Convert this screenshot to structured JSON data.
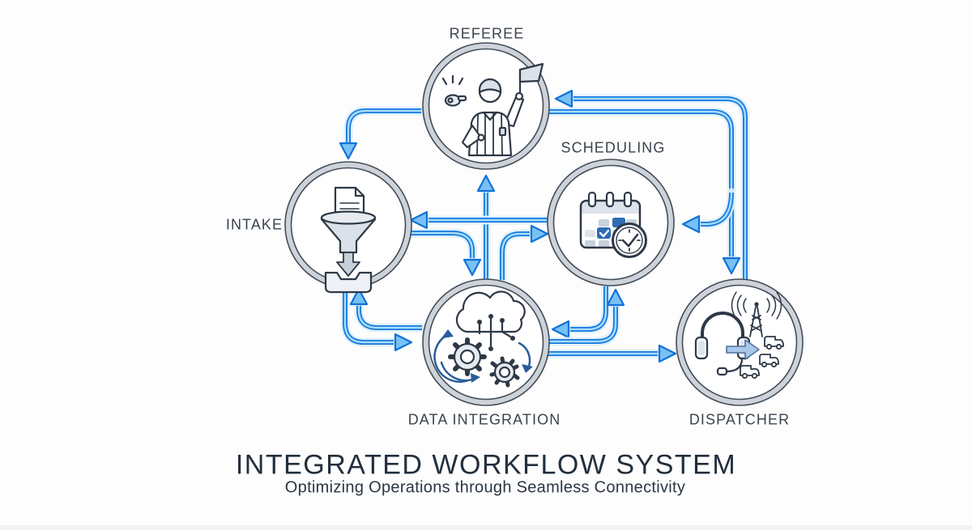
{
  "diagram": {
    "title": "INTEGRATED WORKFLOW SYSTEM",
    "subtitle": "Optimizing Operations through Seamless Connectivity",
    "nodes": [
      {
        "id": "referee",
        "label": "REFEREE",
        "icon": "referee-whistle-flag-icon"
      },
      {
        "id": "intake",
        "label": "INTAKE",
        "icon": "document-funnel-inbox-icon"
      },
      {
        "id": "scheduling",
        "label": "SCHEDULING",
        "icon": "calendar-clock-icon"
      },
      {
        "id": "data-integration",
        "label": "DATA INTEGRATION",
        "icon": "cloud-circuit-gears-icon"
      },
      {
        "id": "dispatcher",
        "label": "DISPATCHER",
        "icon": "headset-radio-tower-trucks-icon"
      }
    ],
    "connections": [
      {
        "from": "referee",
        "to": "intake"
      },
      {
        "from": "data-integration",
        "to": "referee"
      },
      {
        "from": "scheduling",
        "to": "intake"
      },
      {
        "from": "intake",
        "to": "data-integration",
        "route": "upper"
      },
      {
        "from": "data-integration",
        "to": "scheduling",
        "route": "left"
      },
      {
        "from": "dispatcher",
        "to": "referee"
      },
      {
        "from": "referee",
        "to": "dispatcher"
      },
      {
        "from": "referee",
        "to": "scheduling"
      },
      {
        "from": "scheduling",
        "to": "data-integration"
      },
      {
        "from": "data-integration",
        "to": "scheduling",
        "route": "right"
      },
      {
        "from": "data-integration",
        "to": "dispatcher"
      },
      {
        "from": "intake",
        "to": "data-integration",
        "route": "lower"
      },
      {
        "from": "data-integration",
        "to": "intake"
      }
    ],
    "colors": {
      "arrow": "#1579dd",
      "arrow_core": "#a7dcfa",
      "arrow_glow": "#def0fc",
      "ring_band": "#ced3da",
      "outline": "#2e3947",
      "accent_blue": "#2e6cb5",
      "label": "#3b444f",
      "title": "#222f3d",
      "background": "#fdfdfd"
    }
  }
}
